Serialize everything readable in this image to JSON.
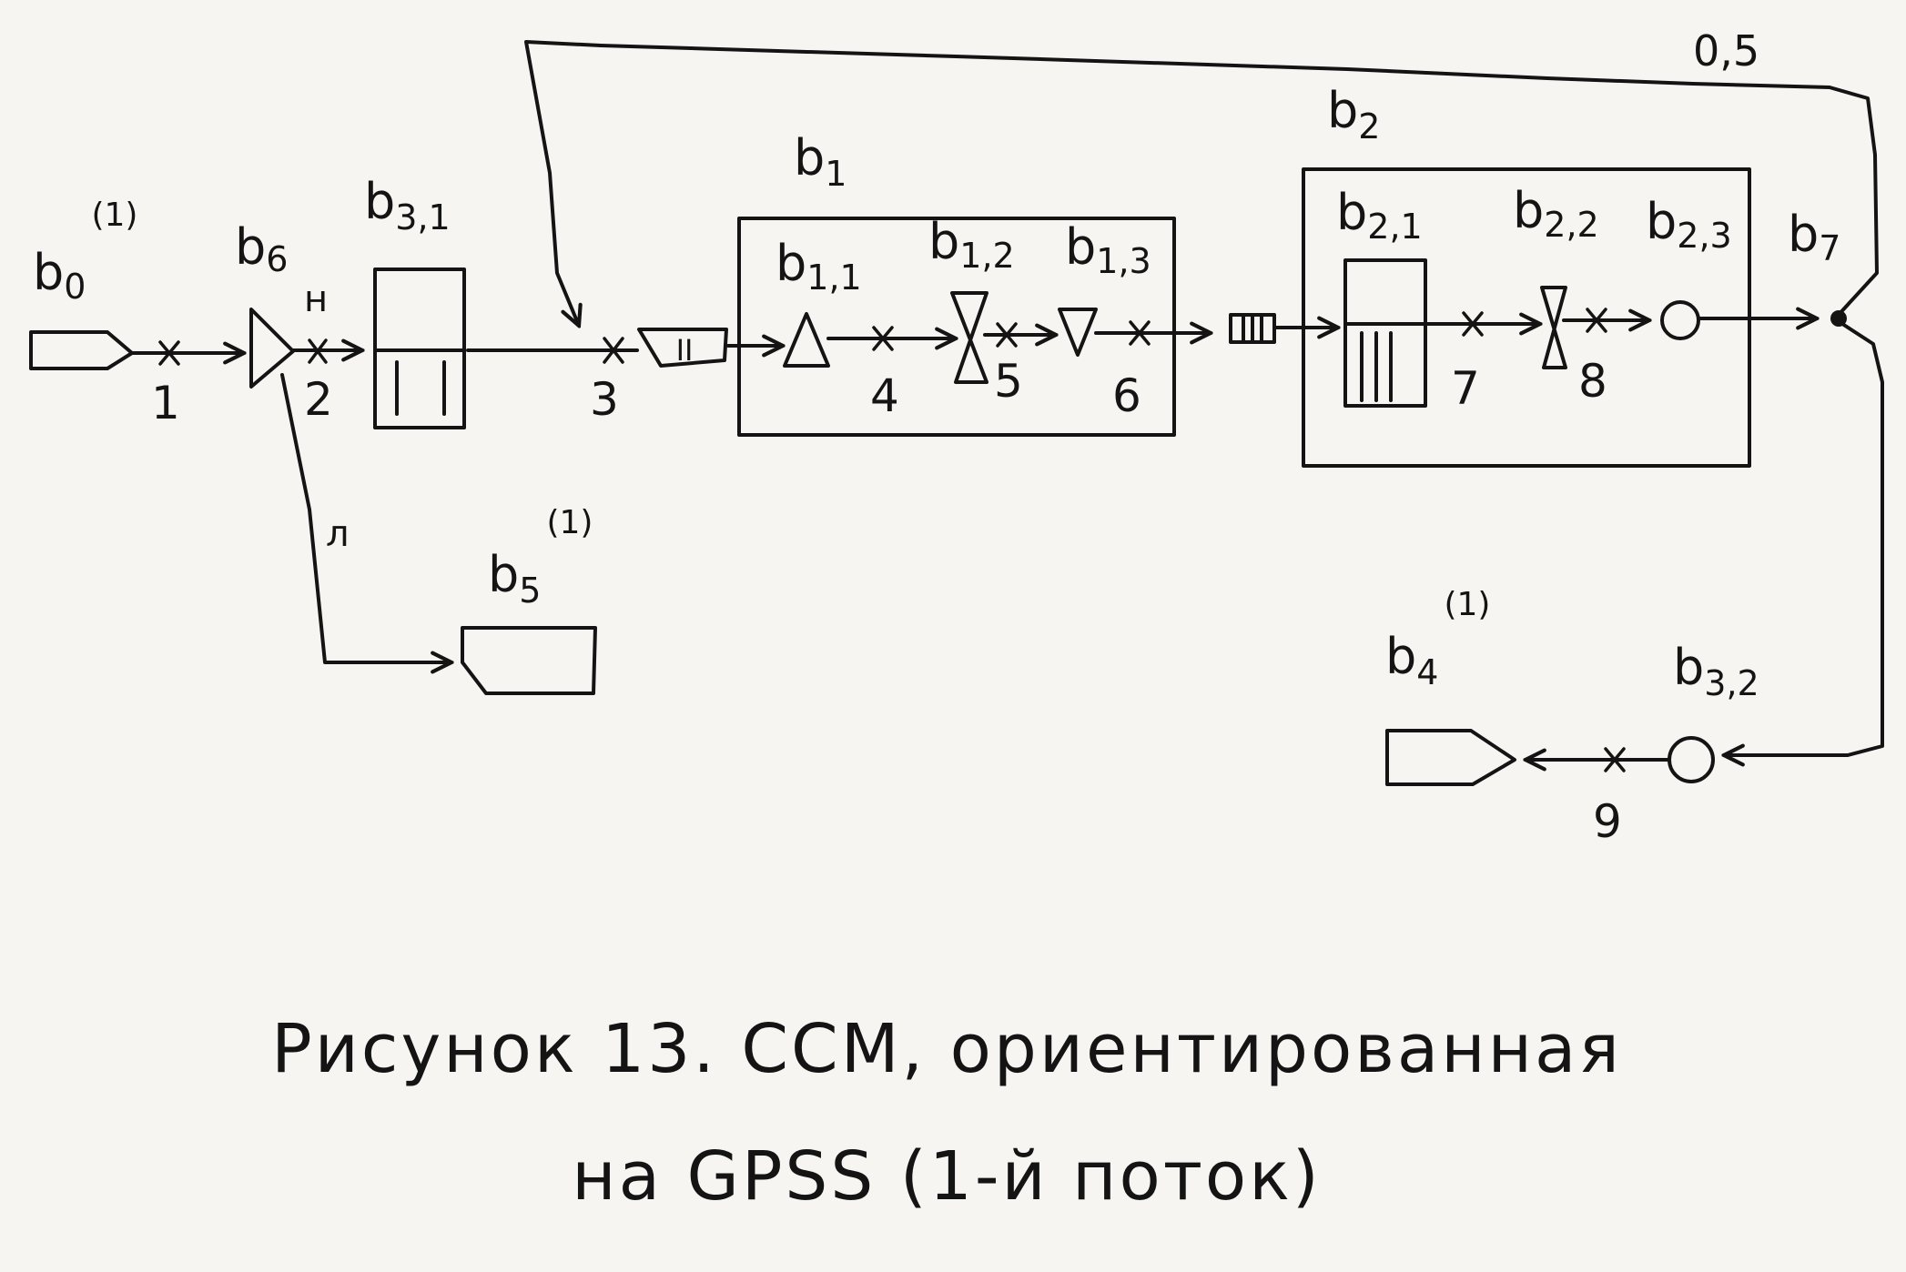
{
  "nodes": {
    "b0": {
      "main": "b",
      "sub": "0",
      "sup": "(1)"
    },
    "b6": {
      "main": "b",
      "sub": "6"
    },
    "b31": {
      "main": "b",
      "sub": "3,1"
    },
    "b1": {
      "main": "b",
      "sub": "1"
    },
    "b11": {
      "main": "b",
      "sub": "1,1"
    },
    "b12": {
      "main": "b",
      "sub": "1,2"
    },
    "b13": {
      "main": "b",
      "sub": "1,3"
    },
    "b2": {
      "main": "b",
      "sub": "2"
    },
    "b21": {
      "main": "b",
      "sub": "2,1"
    },
    "b22": {
      "main": "b",
      "sub": "2,2"
    },
    "b23": {
      "main": "b",
      "sub": "2,3"
    },
    "b7": {
      "main": "b",
      "sub": "7"
    },
    "b5": {
      "main": "b",
      "sub": "5",
      "sup": "(1)"
    },
    "b4": {
      "main": "b",
      "sub": "4",
      "sup": "(1)"
    },
    "b32": {
      "main": "b",
      "sub": "3,2"
    }
  },
  "points": [
    "1",
    "2",
    "3",
    "4",
    "5",
    "6",
    "7",
    "8",
    "9"
  ],
  "edge_labels": {
    "branch_h": "н",
    "branch_l": "л",
    "prob": "0,5"
  },
  "queues": {
    "q1": "II",
    "q2": "III"
  },
  "caption": {
    "line1": "Рисунок 13.  ССМ, ориентированная",
    "line2": "на GPSS (1-й поток)"
  }
}
